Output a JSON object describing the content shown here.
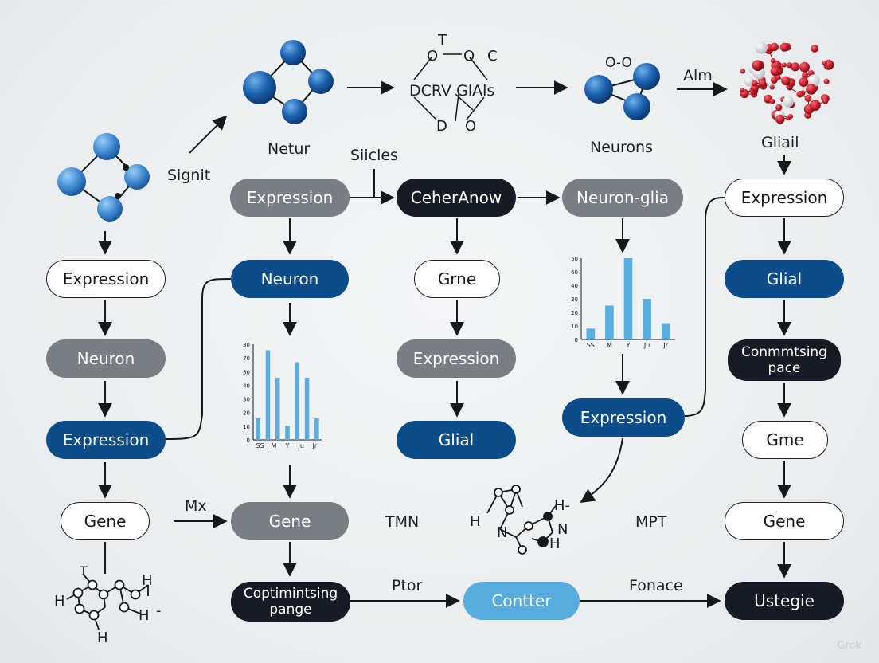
{
  "nodes": {
    "n1_expression": "Expression",
    "n1_neuron": "Neuron",
    "n1_expression_blue": "Expression",
    "n1_gene": "Gene",
    "n1_coptimintsing": "Coptimintsing\npange",
    "n2_expression": "Expression",
    "n2_neuron": "Neuron",
    "n2_gene": "Gene",
    "n3_ceheranow": "CeherAnow",
    "n3_grne": "Grne",
    "n3_expression": "Expression",
    "n3_glial": "Glial",
    "n3_contter": "Contter",
    "n4_neuron_glia": "Neuron-glia",
    "n4_expression": "Expression",
    "n5_expression": "Expression",
    "n5_glial": "Glial",
    "n5_conmmtsing": "Conmmtsing\npace",
    "n5_gme": "Gme",
    "n5_gene": "Gene",
    "n5_ustegie": "Ustegie"
  },
  "labels": {
    "signit": "Signit",
    "netur": "Netur",
    "siicles": "Siicles",
    "neurons": "Neurons",
    "alm": "Alm",
    "gliail": "Gliail",
    "mx": "Mx",
    "tmn": "TMN",
    "mpt": "MPT",
    "ptor": "Ptor",
    "fonace": "Fonace"
  },
  "molecule_texts": {
    "top_t": "T",
    "top_o1": "O",
    "top_o2": "O",
    "top_c": "C",
    "top_center": "DCRV GlAls",
    "top_d": "D",
    "top_o3": "O",
    "neurons_oo": "O-O",
    "bl_t": "T",
    "bl_h1": "H",
    "bl_h2": "H",
    "bl_h3": "H",
    "bl_h4": "H",
    "bl_dash": "-",
    "bc_h1": "H",
    "bc_h2": "H-",
    "bc_n1": "N",
    "bc_n2": "N",
    "bc_h3": "H"
  },
  "watermark": "Grok",
  "colors": {
    "blue_atom": "#1d63b0",
    "red_atom": "#c8202c",
    "chart_bar": "#5aaee2",
    "arrow": "#15181d"
  },
  "chart_data": [
    {
      "type": "bar",
      "categories": [
        "SS",
        "M",
        "Y",
        "Ju",
        "Jr"
      ],
      "y_ticks": [
        "50",
        "60",
        "40",
        "30",
        "20",
        "10",
        "0"
      ],
      "ylim": [
        0,
        60
      ],
      "series": [
        {
          "values": [
            8,
            25,
            60,
            30,
            12
          ]
        }
      ]
    },
    {
      "type": "bar",
      "categories": [
        "SS",
        "M",
        "Y",
        "Ju",
        "Jr"
      ],
      "y_ticks": [
        "30",
        "70",
        "50",
        "40",
        "30",
        "20",
        "10",
        "0"
      ],
      "ylim": [
        0,
        80
      ],
      "series": [
        {
          "values": [
            18,
            75,
            52,
            12,
            65,
            52,
            18
          ]
        }
      ]
    }
  ]
}
